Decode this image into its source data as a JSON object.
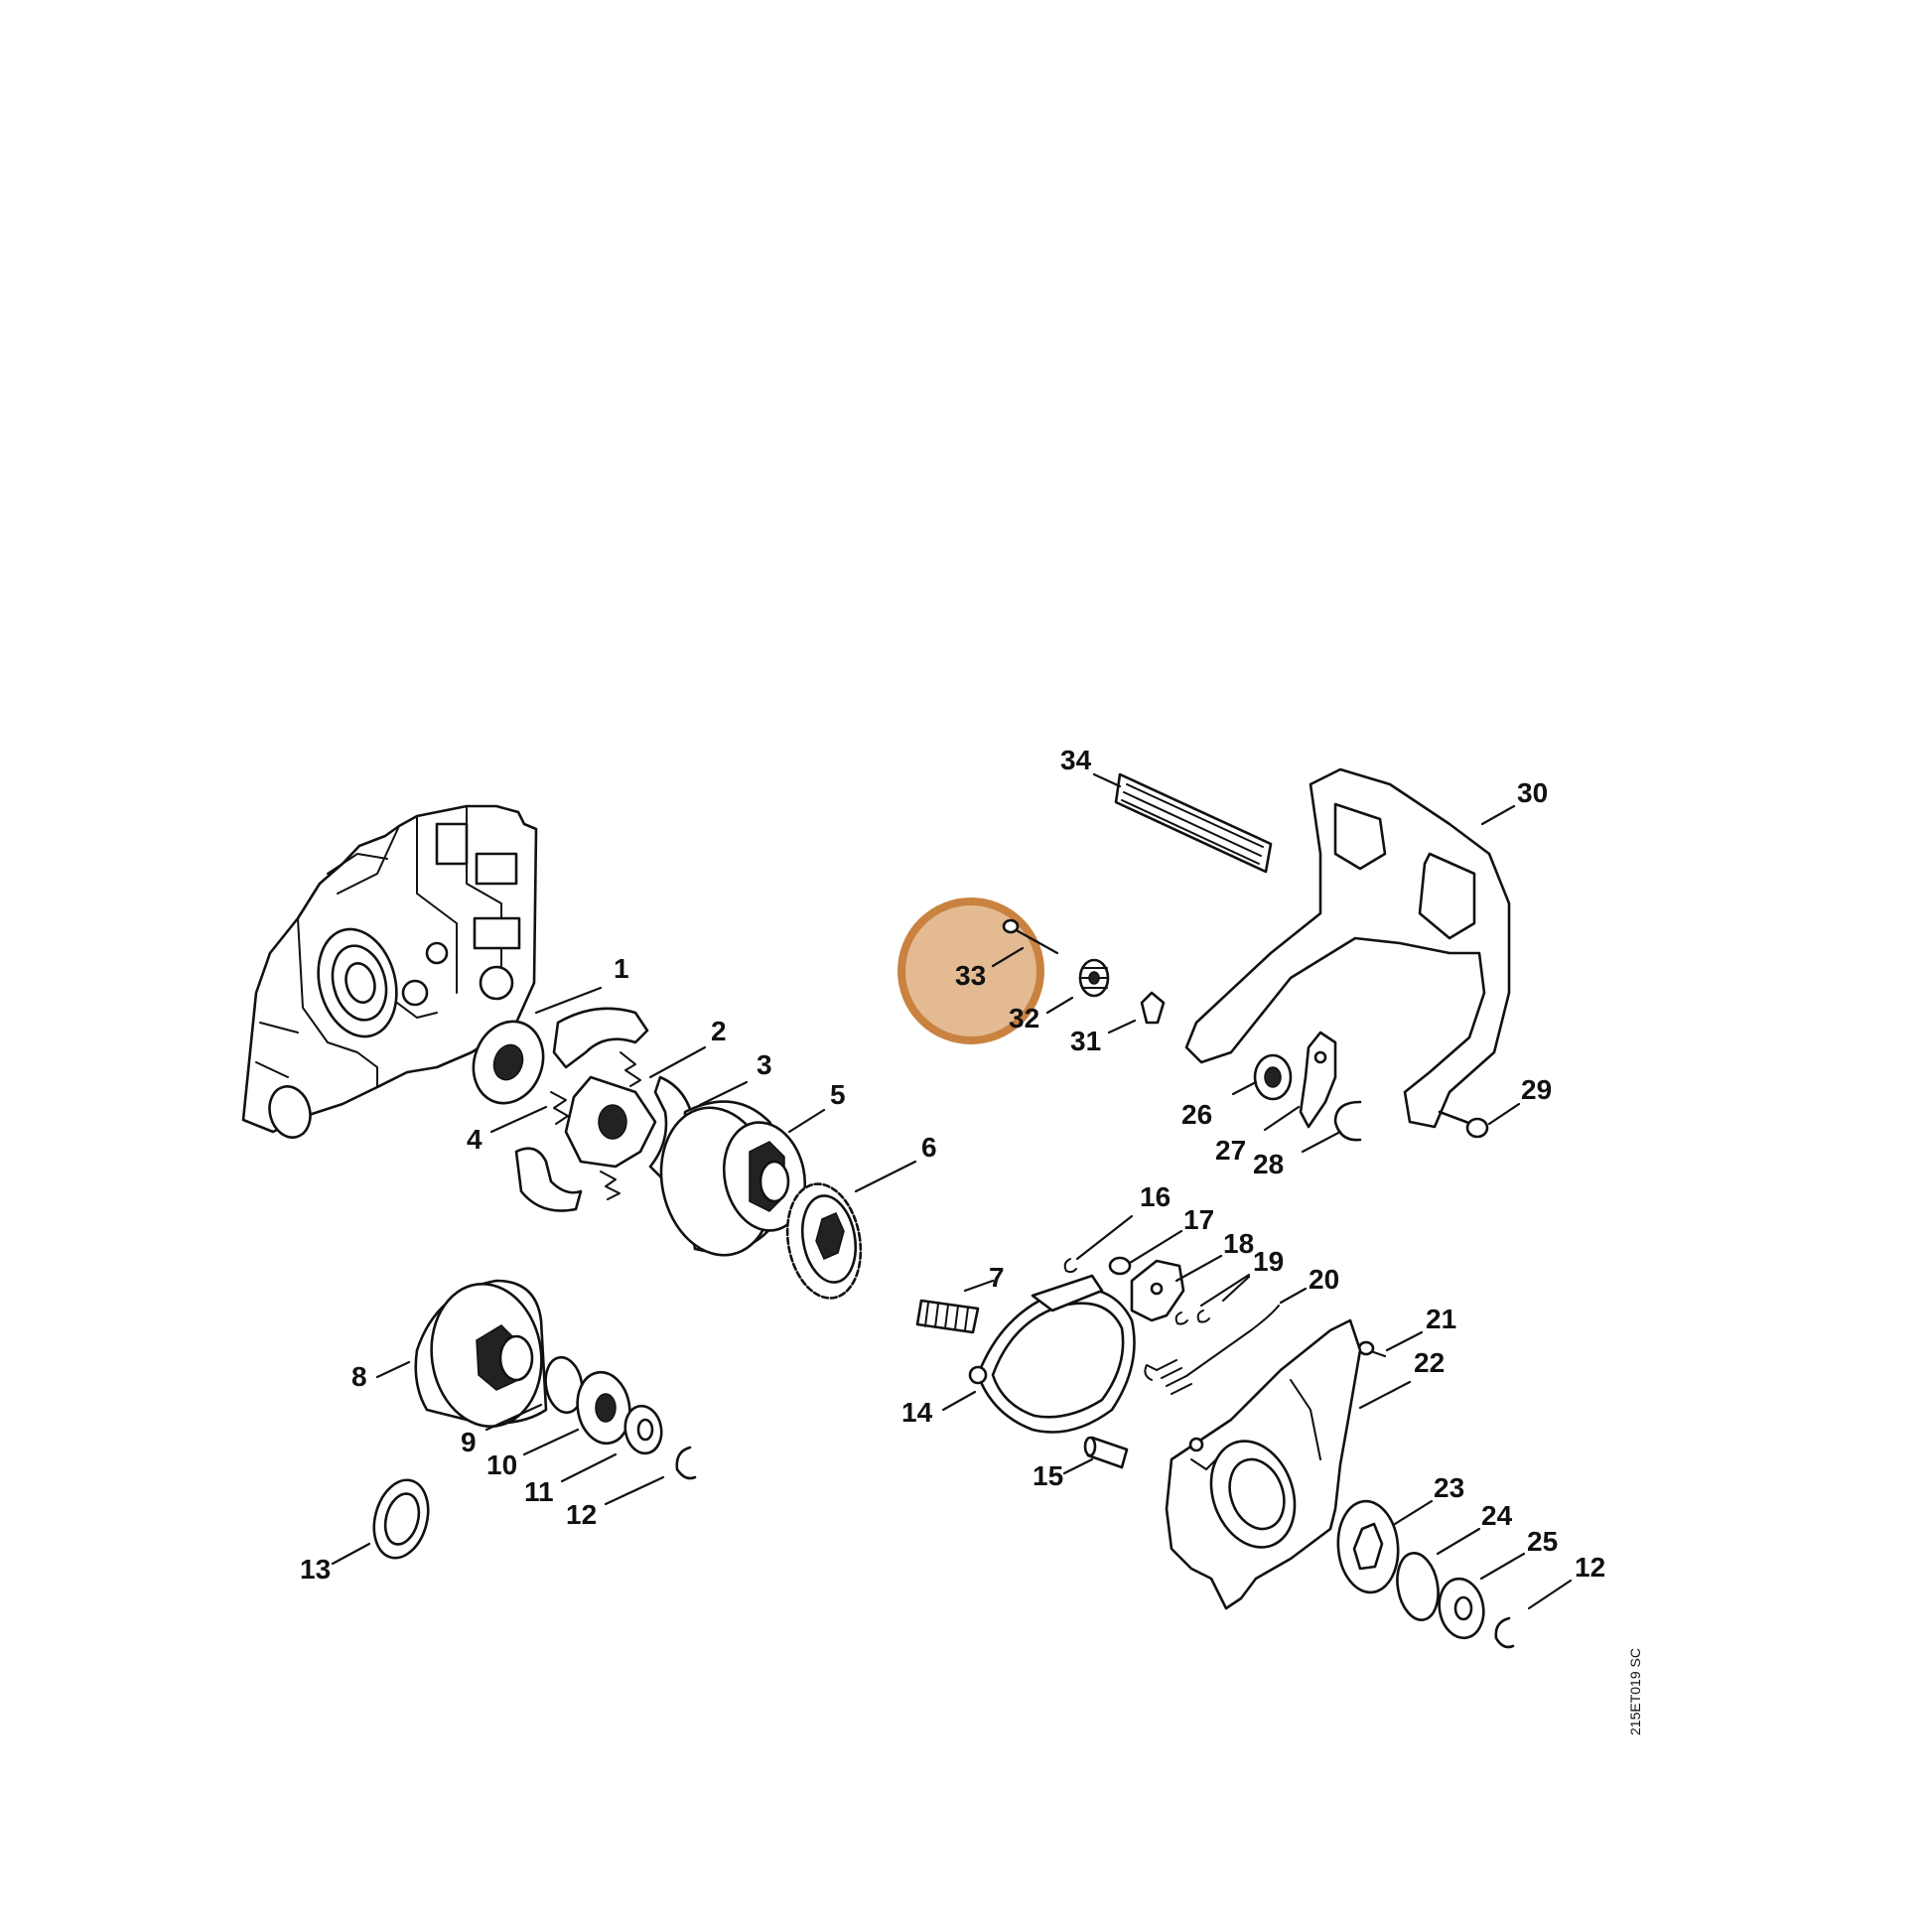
{
  "callouts": [
    "1",
    "2",
    "3",
    "4",
    "5",
    "6",
    "7",
    "8",
    "9",
    "10",
    "11",
    "12",
    "13",
    "14",
    "15",
    "16",
    "17",
    "18",
    "19",
    "20",
    "21",
    "22",
    "23",
    "24",
    "25",
    "12",
    "26",
    "27",
    "28",
    "29",
    "30",
    "31",
    "32",
    "33",
    "34"
  ],
  "highlight": {
    "callout": "33",
    "color": "#d9a36e",
    "stroke": "#c9823f"
  },
  "drawing_code": "215ET019 SC"
}
